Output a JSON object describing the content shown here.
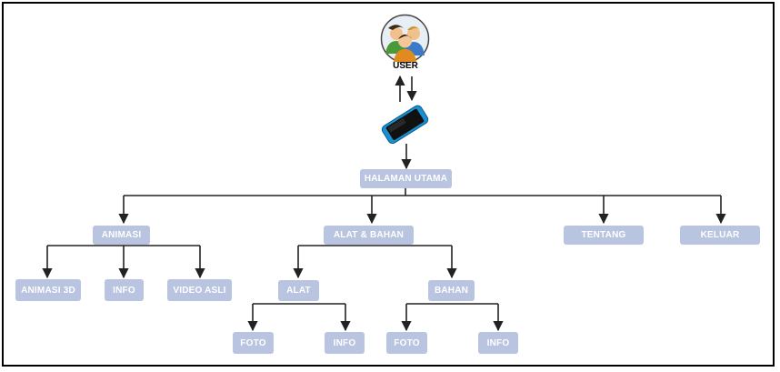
{
  "user": {
    "label": "USER",
    "icon": "users-group-icon"
  },
  "device": {
    "icon": "smartphone-icon"
  },
  "nodes": {
    "halaman_utama": "HALAMAN UTAMA",
    "animasi": "ANIMASI",
    "alat_bahan": "ALAT & BAHAN",
    "tentang": "TENTANG",
    "keluar": "KELUAR",
    "animasi_3d": "ANIMASI 3D",
    "info_animasi": "INFO",
    "video_asli": "VIDEO ASLI",
    "alat": "ALAT",
    "bahan": "BAHAN",
    "foto_alat": "FOTO",
    "info_alat": "INFO",
    "foto_bahan": "FOTO",
    "info_bahan": "INFO"
  },
  "colors": {
    "node_fill": "#b8c4e0",
    "node_text": "#ffffff",
    "line": "#222222"
  }
}
